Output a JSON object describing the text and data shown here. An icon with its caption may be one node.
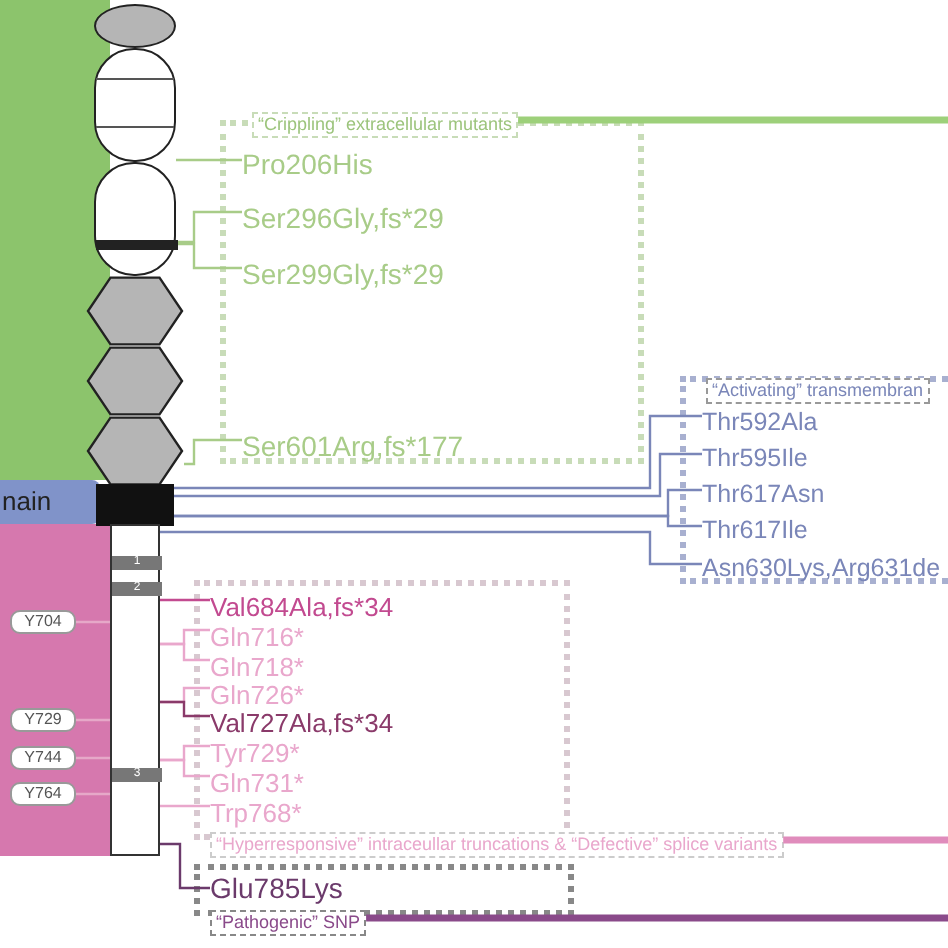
{
  "diagram": {
    "nodes": [
      {
        "text": [
          "“Crippling” extracellular mutants"
        ]
      },
      {
        "text": [
          "Pro206His"
        ],
        "in": 0
      },
      {
        "text": [
          "Ser296Gly,fs*29"
        ],
        "in": 0
      },
      {
        "text": [
          "Ser299Gly,fs*29"
        ],
        "in": 0
      },
      {
        "text": [
          "Ser601Arg,fs*177"
        ],
        "in": 0
      },
      {
        "text": [
          "“Activating” transmembran"
        ]
      },
      {
        "text": [
          "Thr592Ala"
        ],
        "in": 5
      },
      {
        "text": [
          "Thr595Ile"
        ],
        "in": 5
      },
      {
        "text": [
          "Thr617Asn"
        ],
        "in": 5
      },
      {
        "text": [
          "Thr617Ile"
        ],
        "in": 5
      },
      {
        "text": [
          "Asn630Lys,Arg631de"
        ],
        "in": 5
      },
      {
        "text": [
          "“Hyperresponsive” intraceullar truncations & “Defective” splice variants"
        ]
      },
      {
        "text": [
          "Val684Ala,fs*34"
        ],
        "in": 11
      },
      {
        "text": [
          "Gln716*"
        ],
        "in": 11
      },
      {
        "text": [
          "Gln718*"
        ],
        "in": 11
      },
      {
        "text": [
          "Gln726*"
        ],
        "in": 11
      },
      {
        "text": [
          "Val727Ala,fs*34"
        ],
        "in": 11
      },
      {
        "text": [
          "Tyr729*"
        ],
        "in": 11
      },
      {
        "text": [
          "Gln731*"
        ],
        "in": 11
      },
      {
        "text": [
          "Trp768*"
        ],
        "in": 11
      },
      {
        "text": [
          "“Pathogenic” SNP"
        ]
      },
      {
        "text": [
          "Glu785Lys"
        ],
        "in": 20
      },
      {
        "text": [],
        "shape": "ellipse"
      },
      {
        "text": [],
        "shape": "box"
      },
      {
        "text": [],
        "shape": "box"
      },
      {
        "text": [],
        "shape": "bar",
        "in": 24
      },
      {
        "text": [],
        "shape": "hexagon"
      },
      {
        "text": [],
        "shape": "hexagon"
      },
      {
        "text": [],
        "shape": "hexagon"
      },
      {
        "text": [],
        "shape": "box"
      },
      {
        "text": [
          "nain"
        ]
      },
      {
        "text": [],
        "shape": "bar"
      },
      {
        "text": [
          "1"
        ],
        "in": 31
      },
      {
        "text": [
          "2"
        ],
        "in": 31
      },
      {
        "text": [
          "3"
        ],
        "in": 31
      },
      {
        "text": [
          "Y704"
        ]
      },
      {
        "text": [
          "Y729"
        ]
      },
      {
        "text": [
          "Y744"
        ]
      },
      {
        "text": [
          "Y764"
        ]
      }
    ],
    "edges": [
      {
        "from": 0,
        "to": null,
        "arrow": "none",
        "style": "thick",
        "color": "#9dd07a"
      },
      {
        "from": 1,
        "to": 23,
        "arrow": "none",
        "color": "#a8cc88"
      },
      {
        "from": 2,
        "to": 25,
        "arrow": "none",
        "color": "#a8cc88"
      },
      {
        "from": 3,
        "to": 25,
        "arrow": "none",
        "color": "#a8cc88"
      },
      {
        "from": 4,
        "to": 28,
        "arrow": "none",
        "color": "#a8cc88"
      },
      {
        "from": 6,
        "to": 29,
        "arrow": "none",
        "color": "#7a86b8"
      },
      {
        "from": 7,
        "to": 29,
        "arrow": "none",
        "color": "#7a86b8"
      },
      {
        "from": 8,
        "to": 29,
        "arrow": "none",
        "color": "#7a86b8"
      },
      {
        "from": 9,
        "to": 29,
        "arrow": "none",
        "color": "#7a86b8"
      },
      {
        "from": 10,
        "to": 31,
        "arrow": "none",
        "color": "#7a86b8"
      },
      {
        "from": 11,
        "to": null,
        "arrow": "none",
        "style": "thick",
        "color": "#e08cbc"
      },
      {
        "from": 20,
        "to": null,
        "arrow": "none",
        "style": "thick",
        "color": "#8a4a8a"
      },
      {
        "from": 12,
        "to": 31,
        "arrow": "none",
        "color": "#c24a90"
      },
      {
        "from": 13,
        "to": 31,
        "arrow": "none",
        "color": "#e9a7cc"
      },
      {
        "from": 14,
        "to": 31,
        "arrow": "none",
        "color": "#e9a7cc"
      },
      {
        "from": 15,
        "to": 31,
        "arrow": "none",
        "color": "#e9a7cc"
      },
      {
        "from": 16,
        "to": 31,
        "arrow": "none",
        "color": "#8a3a6a"
      },
      {
        "from": 17,
        "to": 31,
        "arrow": "none",
        "color": "#e9a7cc"
      },
      {
        "from": 18,
        "to": 31,
        "arrow": "none",
        "color": "#e9a7cc"
      },
      {
        "from": 19,
        "to": 31,
        "arrow": "none",
        "color": "#e9a7cc"
      },
      {
        "from": 21,
        "to": 31,
        "arrow": "none",
        "color": "#6b3a6b"
      },
      {
        "from": 35,
        "to": 31,
        "arrow": "none",
        "color": "#e6a8c8"
      },
      {
        "from": 36,
        "to": 31,
        "arrow": "none",
        "color": "#e6a8c8"
      },
      {
        "from": 37,
        "to": 31,
        "arrow": "none",
        "color": "#e6a8c8"
      },
      {
        "from": 38,
        "to": 31,
        "arrow": "none",
        "color": "#e6a8c8"
      }
    ]
  }
}
